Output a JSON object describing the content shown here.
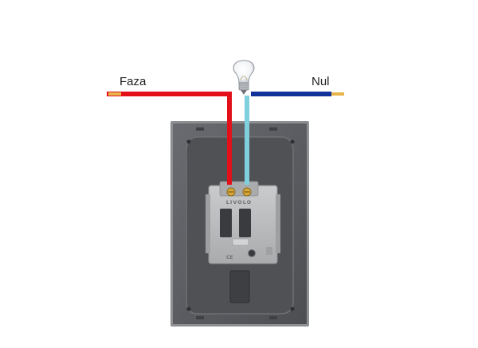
{
  "labels": {
    "phase": "Faza",
    "neutral": "Nul"
  },
  "module": {
    "brand": "LIVOLO",
    "certification": "CE"
  },
  "colors": {
    "phase_wire": "#e3101a",
    "neutral_wire": "#11329a",
    "lamp_wire": "#7fd0dc",
    "wire_tip": "#e8b54a",
    "plate": "#5b5c60",
    "module": "#b9bbbd"
  },
  "icons": {
    "lamp": "light-bulb-icon"
  }
}
